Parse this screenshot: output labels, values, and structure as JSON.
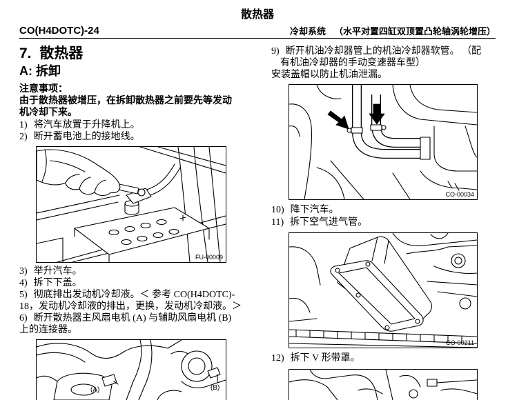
{
  "header": {
    "title": "散热器",
    "page_code": "CO(H4DOTC)-24",
    "section": "冷却系统",
    "section_detail": "（水平对置四缸双顶置凸轮轴涡轮增压）"
  },
  "left_column": {
    "heading": "7. 散热器",
    "subheading": "A: 拆卸",
    "caution": {
      "label": "注意事项：",
      "lines": [
        "由于散热器被增压，在拆卸散热器之前要先等发动",
        "机冷却下来。"
      ]
    },
    "steps": [
      {
        "num": "1)",
        "lines": [
          "将汽车放置于升降机上。"
        ]
      },
      {
        "num": "2)",
        "lines": [
          "断开蓄电池上的接地线。"
        ]
      },
      {
        "num": "3)",
        "lines": [
          "举升汽车。"
        ]
      },
      {
        "num": "4)",
        "lines": [
          "拆下下盖。"
        ]
      },
      {
        "num": "5)",
        "lines": [
          "彻底排出发动机冷却液。＜ 参考 CO(H4DOTC)-",
          "18，发动机冷却液的排出，更换，发动机冷却液。＞"
        ]
      },
      {
        "num": "6)",
        "lines": [
          "断开散热器主风扇电机 (A) 与辅助风扇电机 (B)",
          "上的连接器。"
        ]
      }
    ],
    "figures": [
      {
        "code": "FU-00009"
      },
      {
        "label_a": "(A)",
        "label_b": "(B)"
      }
    ]
  },
  "right_column": {
    "steps": [
      {
        "num": "9)",
        "lines": [
          "断开机油冷却器管上的机油冷却器软管。 （配",
          "有机油冷却器的手动变速器车型）"
        ],
        "note": "安装盖帽以防止机油泄漏。"
      },
      {
        "num": "10)",
        "lines": [
          "降下汽车。"
        ]
      },
      {
        "num": "11)",
        "lines": [
          "拆下空气进气管。"
        ]
      },
      {
        "num": "12)",
        "lines": [
          "拆下 V 形带罩。"
        ]
      }
    ],
    "figures": [
      {
        "code": "CO-00034"
      },
      {
        "code": "CO-00211"
      }
    ]
  },
  "colors": {
    "ink": "#000000",
    "paper": "#ffffff"
  }
}
